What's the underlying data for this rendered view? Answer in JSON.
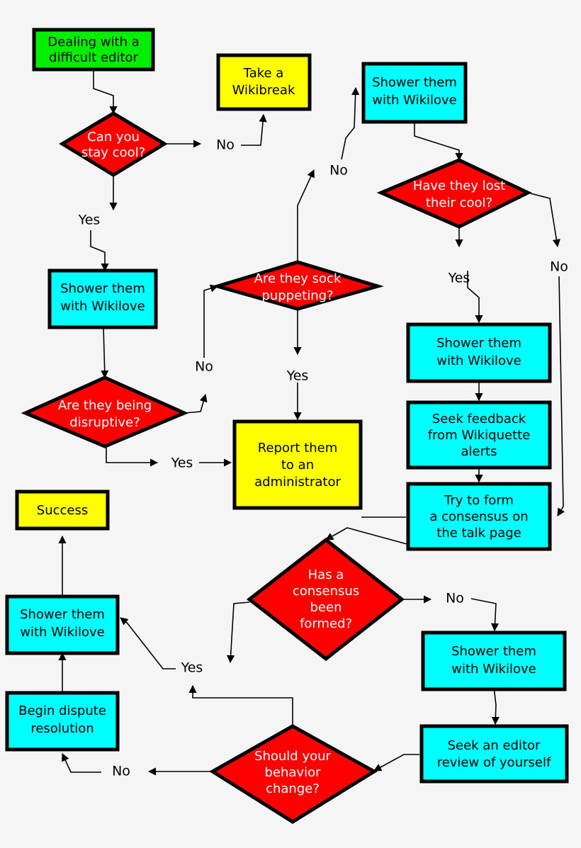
{
  "diagram": {
    "title": "Dealing with a difficult editor flowchart",
    "background_color": "#f5f5f5",
    "colors": {
      "start": "#00ee00",
      "process": "#00ffff",
      "decision": "#ff0000",
      "terminal": "#ffff00",
      "outline": "#000000",
      "decision_text": "#ffffff",
      "node_text": "#000000",
      "edge": "#000000"
    }
  },
  "nodes": {
    "start": {
      "label": "Dealing with a\ndifficult editor",
      "line1": "Dealing with a",
      "line2": "difficult editor",
      "type": "start",
      "fill": "#00ee00"
    },
    "stay_cool": {
      "line1": "Can you",
      "line2": "stay cool?",
      "type": "decision",
      "fill": "#ff0000"
    },
    "wikibreak": {
      "line1": "Take a",
      "line2": "Wikibreak",
      "type": "terminal",
      "fill": "#ffff00"
    },
    "wikilove_top": {
      "line1": "Shower them",
      "line2": "with Wikilove",
      "type": "process",
      "fill": "#00ffff"
    },
    "lost_cool": {
      "line1": "Have they lost",
      "line2": "their cool?",
      "type": "decision",
      "fill": "#ff0000"
    },
    "wikilove_left": {
      "line1": "Shower them",
      "line2": "with Wikilove",
      "type": "process",
      "fill": "#00ffff"
    },
    "disruptive": {
      "line1": "Are they being",
      "line2": "disruptive?",
      "type": "decision",
      "fill": "#ff0000"
    },
    "sock_puppeting": {
      "line1": "Are they sock",
      "line2": "puppeting?",
      "type": "decision",
      "fill": "#ff0000"
    },
    "report_admin": {
      "line1": "Report them",
      "line2": "to an",
      "line3": "administrator",
      "type": "terminal",
      "fill": "#ffff00"
    },
    "wikilove_right": {
      "line1": "Shower them",
      "line2": "with Wikilove",
      "type": "process",
      "fill": "#00ffff"
    },
    "wikiquette": {
      "line1": "Seek feedback",
      "line2": "from Wikiquette",
      "line3": "alerts",
      "type": "process",
      "fill": "#00ffff"
    },
    "consensus_try": {
      "line1": "Try to form",
      "line2": "a consensus on",
      "line3": "the talk page",
      "type": "process",
      "fill": "#00ffff"
    },
    "consensus_formed": {
      "line1": "Has a",
      "line2": "consensus",
      "line3": "been",
      "line4": "formed?",
      "type": "decision",
      "fill": "#ff0000"
    },
    "wikilove_br": {
      "line1": "Shower them",
      "line2": "with Wikilove",
      "type": "process",
      "fill": "#00ffff"
    },
    "editor_review": {
      "line1": "Seek an editor",
      "line2": "review of yourself",
      "type": "process",
      "fill": "#00ffff"
    },
    "behavior_change": {
      "line1": "Should your",
      "line2": "behavior",
      "line3": "change?",
      "type": "decision",
      "fill": "#ff0000"
    },
    "dispute_resolution": {
      "line1": "Begin dispute",
      "line2": "resolution",
      "type": "process",
      "fill": "#00ffff"
    },
    "wikilove_bl": {
      "line1": "Shower them",
      "line2": "with Wikilove",
      "type": "process",
      "fill": "#00ffff"
    },
    "success": {
      "line1": "Success",
      "type": "terminal",
      "fill": "#ffff00"
    }
  },
  "edge_labels": {
    "stay_cool_no": "No",
    "stay_cool_yes": "Yes",
    "lost_cool_yes": "Yes",
    "lost_cool_no": "No",
    "disruptive_no": "No",
    "disruptive_yes": "Yes",
    "sock_no": "No",
    "sock_yes": "Yes",
    "consensus_no": "No",
    "consensus_yes": "Yes",
    "behavior_no": "No"
  }
}
